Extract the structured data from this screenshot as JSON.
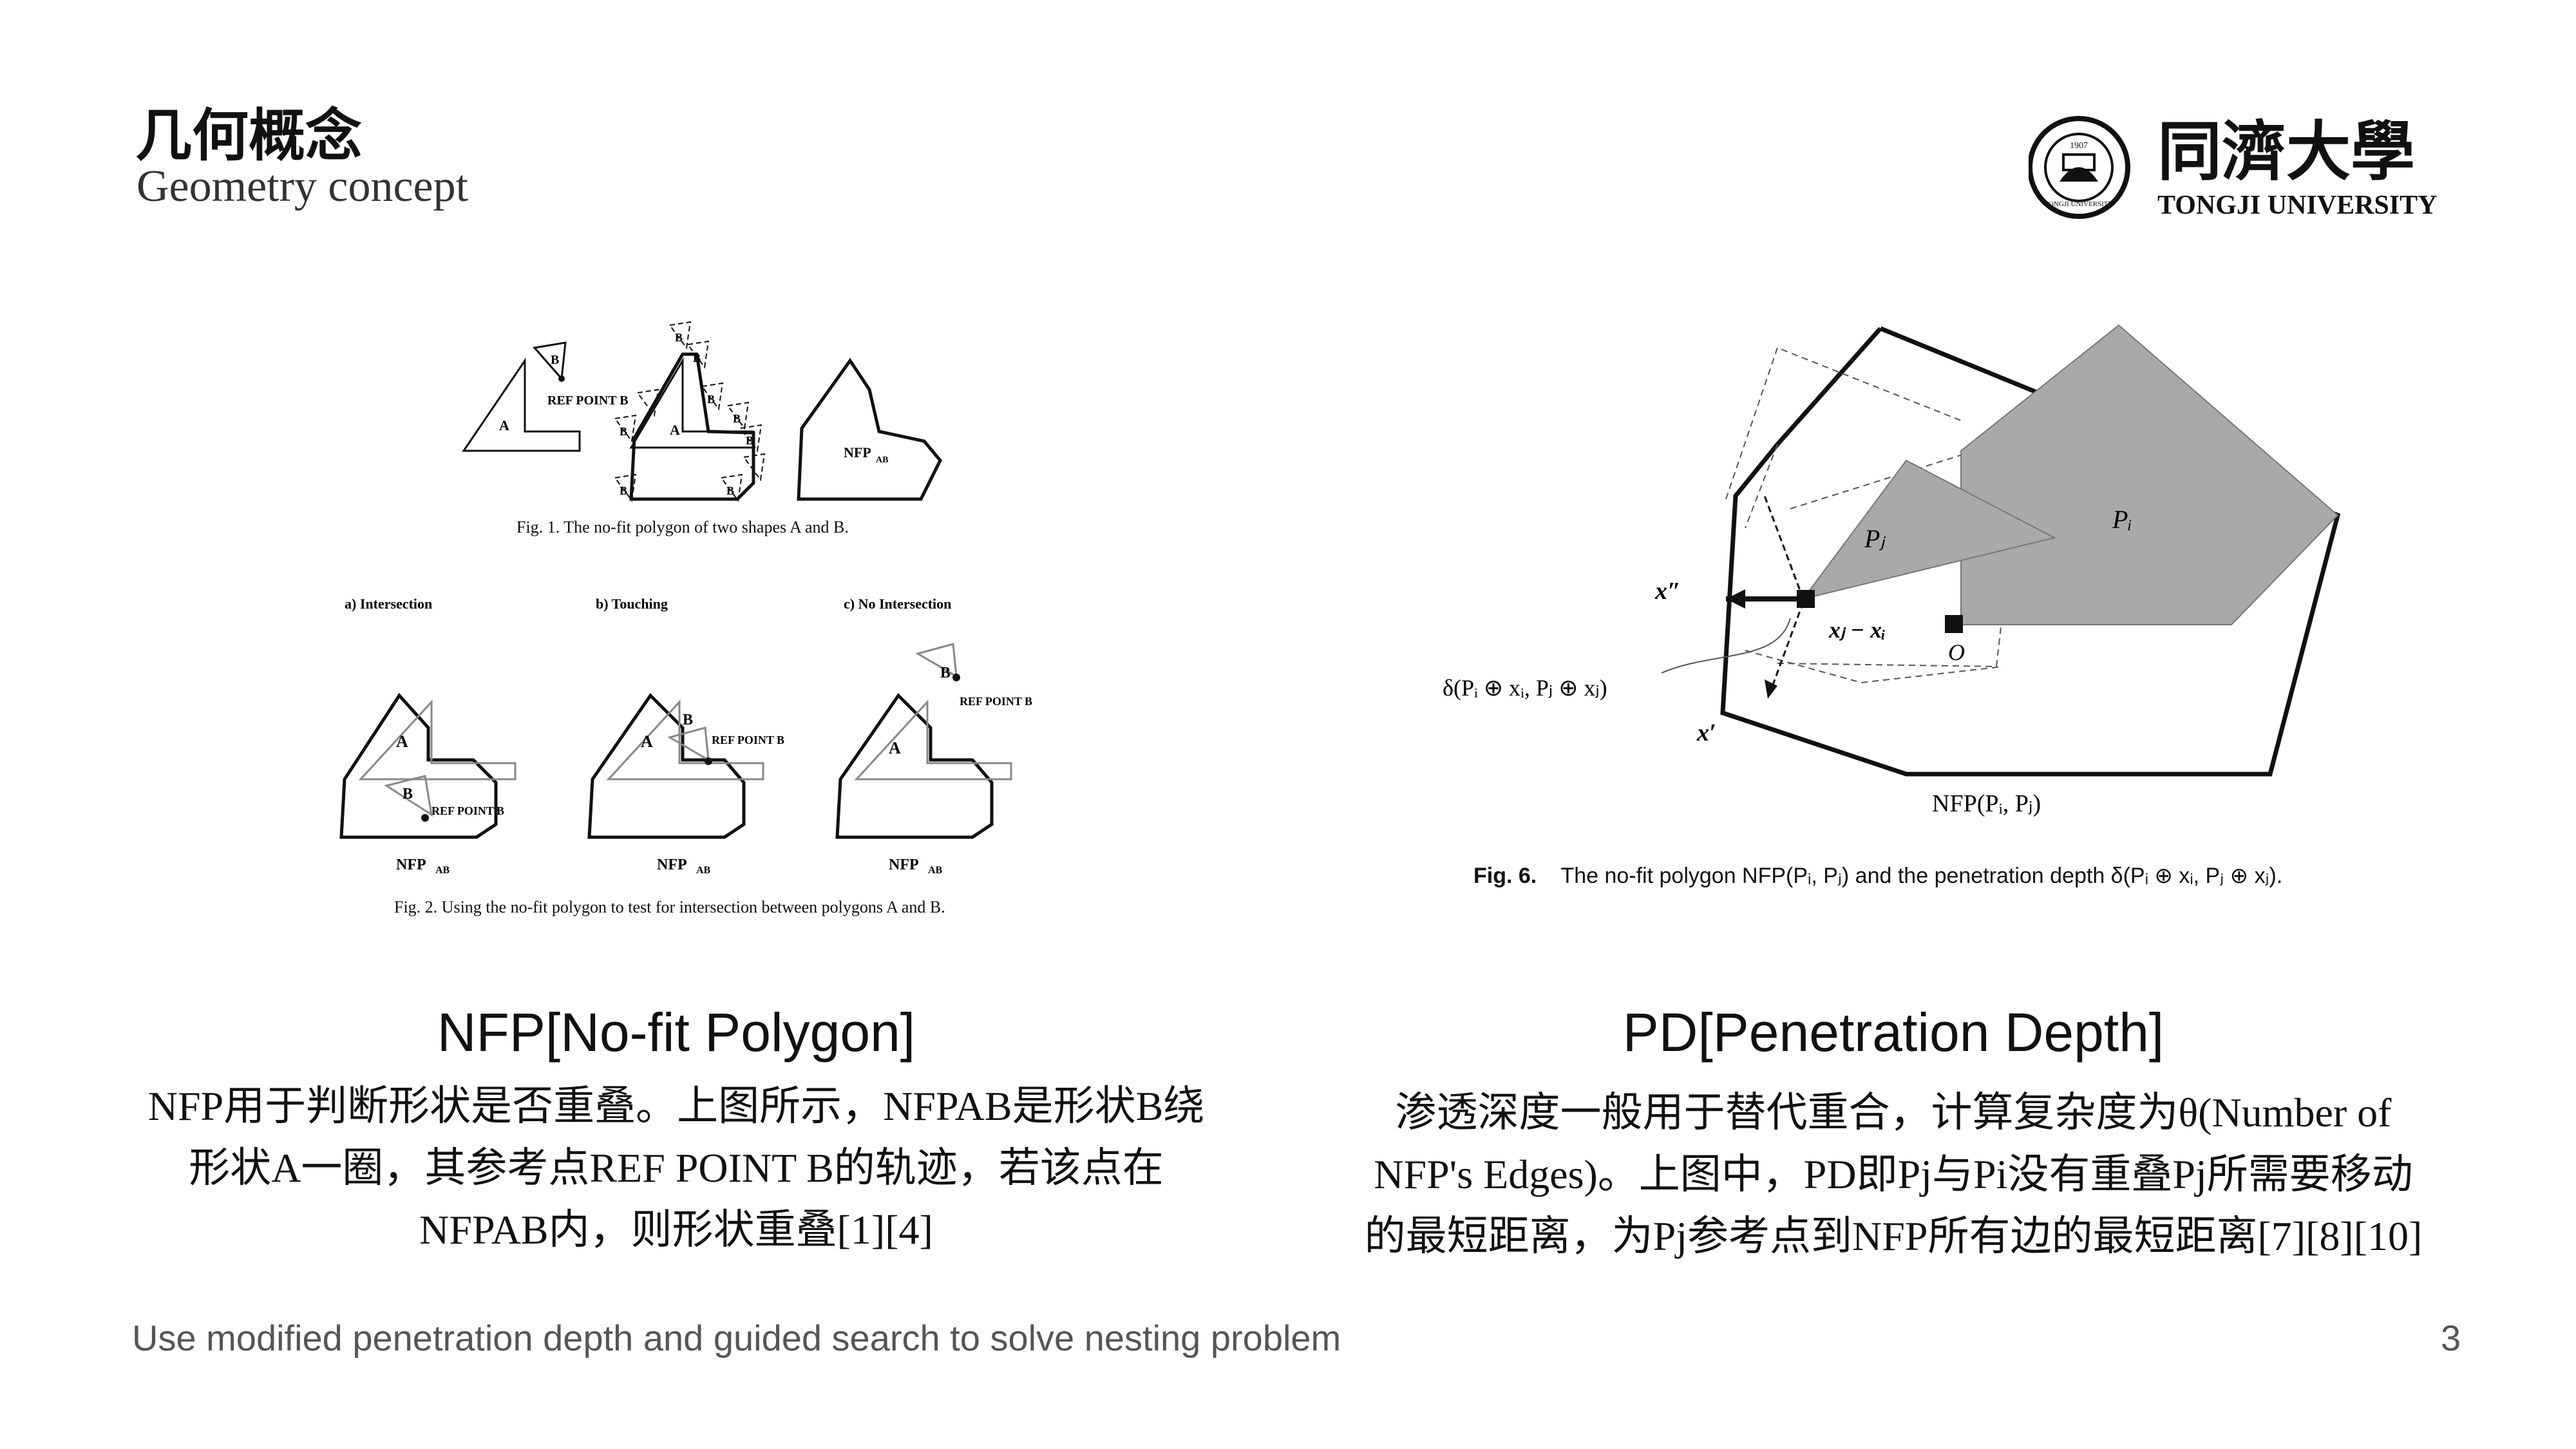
{
  "slide": {
    "title": "几何概念",
    "subtitle": "Geometry concept",
    "footer": "Use modified penetration depth and guided search to solve nesting problem",
    "page_number": "3"
  },
  "logo": {
    "chinese_name": "同濟大學",
    "english_name": "TONGJI UNIVERSITY",
    "seal_year": "1907",
    "seal_text": "TONGJI UNIVERSITY"
  },
  "fig1": {
    "caption": "Fig. 1.  The no-fit polygon of two shapes A and B.",
    "label_a": "A",
    "label_b": "B",
    "ref_point": "REF POINT B",
    "nfp_label": "NFP",
    "nfp_sub": "AB"
  },
  "fig2": {
    "caption": "Fig. 2.  Using the no-fit polygon to test for intersection between polygons A and B.",
    "panel_a": "a) Intersection",
    "panel_b": "b) Touching",
    "panel_c": "c) No Intersection",
    "label_a": "A",
    "label_b": "B",
    "ref_point": "REF POINT B",
    "nfp_label": "NFP",
    "nfp_sub": "AB"
  },
  "fig6": {
    "caption_bold": "Fig. 6.",
    "caption": "The no-fit polygon NFP(Pᵢ, Pⱼ) and the penetration depth δ(Pᵢ ⊕ xᵢ, Pⱼ ⊕ xⱼ).",
    "label_pi": "Pᵢ",
    "label_pj": "Pⱼ",
    "label_xpp": "x″",
    "label_xp": "x′",
    "label_xjxi": "xⱼ − xᵢ",
    "label_o": "O",
    "label_delta": "δ(Pᵢ ⊕ xᵢ, Pⱼ ⊕ xⱼ)",
    "label_nfp": "NFP(Pᵢ, Pⱼ)"
  },
  "nfp_section": {
    "heading": "NFP[No-fit Polygon]",
    "lines": [
      "NFP用于判断形状是否重叠。上图所示，NFPAB是形状B绕",
      "形状A一圈，其参考点REF POINT B的轨迹，若该点在",
      "NFPAB内，则形状重叠[1][4]"
    ]
  },
  "pd_section": {
    "heading": "PD[Penetration Depth]",
    "lines": [
      "渗透深度一般用于替代重合，计算复杂度为θ(Number of",
      "NFP's Edges)。上图中，PD即Pj与Pi没有重叠Pj所需要移动",
      "的最短距离，为Pj参考点到NFP所有边的最短距离[7][8][10]"
    ]
  },
  "colors": {
    "gray_fill": "#a9a9a9",
    "footer_text": "#555555"
  }
}
